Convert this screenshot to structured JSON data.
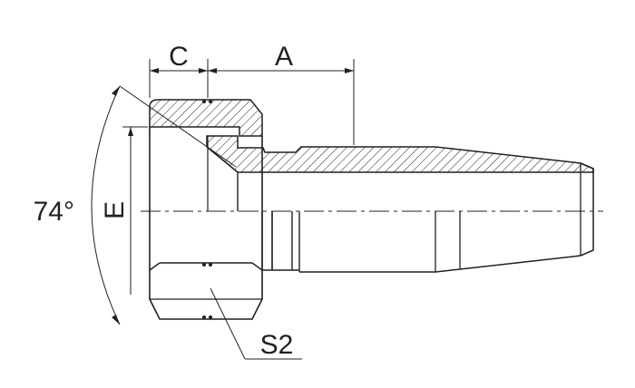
{
  "labels": {
    "dim_c": "C",
    "dim_a": "A",
    "angle": "74°",
    "dim_e": "E",
    "s2": "S2"
  },
  "colors": {
    "stroke": "#231f20",
    "background": "#ffffff"
  }
}
